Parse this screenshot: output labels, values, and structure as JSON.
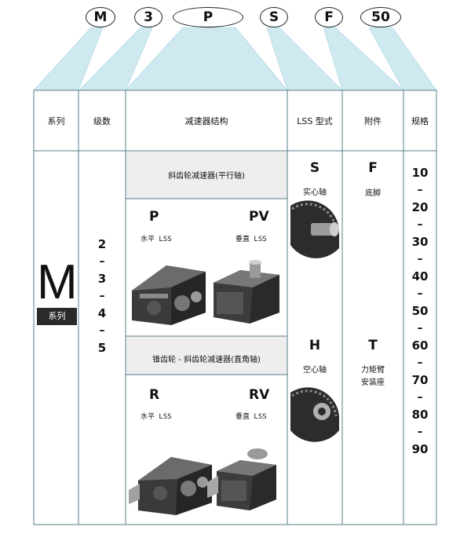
{
  "code_pills": [
    "M",
    "3",
    "P",
    "S",
    "F",
    "50"
  ],
  "headers": {
    "series": "系列",
    "stages": "级数",
    "structure": "减速器结构",
    "lss": "LSS 型式",
    "accessory": "附件",
    "spec": "规格"
  },
  "series_block": {
    "letter": "M",
    "label": "系列"
  },
  "stages": [
    "2",
    "3",
    "4",
    "5"
  ],
  "stage_dash": "–",
  "structure": {
    "parallel_title": "斜齿轮减速器(平行轴)",
    "right_angle_title": "锥齿轮 - 斜齿轮减速器(直角轴)",
    "p": {
      "code": "P",
      "desc": "水平 LSS"
    },
    "pv": {
      "code": "PV",
      "desc": "垂直 LSS"
    },
    "r": {
      "code": "R",
      "desc": "水平 LSS"
    },
    "rv": {
      "code": "RV",
      "desc": "垂直 LSS"
    }
  },
  "lss_types": {
    "s": {
      "code": "S",
      "desc": "实心轴"
    },
    "h": {
      "code": "H",
      "desc": "空心轴"
    }
  },
  "accessories": {
    "f": {
      "code": "F",
      "desc": "底脚"
    },
    "t": {
      "code": "T",
      "desc_line1": "力矩臂",
      "desc_line2": "安装座"
    }
  },
  "sizes": [
    "10",
    "20",
    "30",
    "40",
    "50",
    "60",
    "70",
    "80",
    "90"
  ],
  "colors": {
    "fan": "#cfe9f1",
    "grid": "#5a7f8a",
    "grey_band": "#eeeeee",
    "label_dark": "#2a2a2a"
  }
}
